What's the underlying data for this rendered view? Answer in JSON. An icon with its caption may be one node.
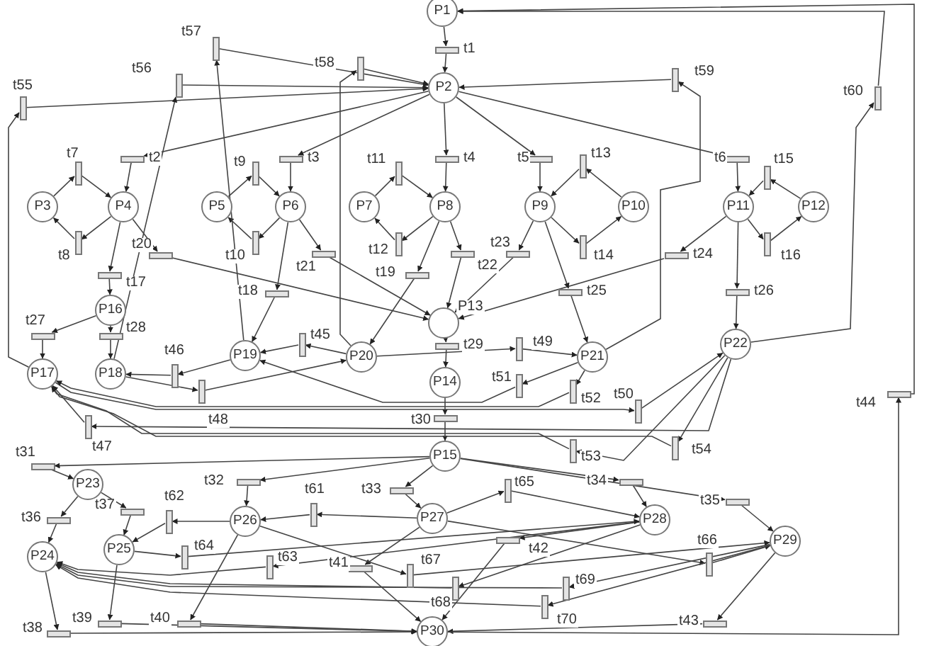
{
  "diagram": {
    "nodes": [
      {
        "text": [
          "P1"
        ]
      },
      {
        "text": [
          "P2"
        ]
      },
      {
        "text": [
          "P3"
        ]
      },
      {
        "text": [
          "P4"
        ]
      },
      {
        "text": [
          "P5"
        ]
      },
      {
        "text": [
          "P6"
        ]
      },
      {
        "text": [
          "P7"
        ]
      },
      {
        "text": [
          "P8"
        ]
      },
      {
        "text": [
          "P9"
        ]
      },
      {
        "text": [
          "P10"
        ]
      },
      {
        "text": [
          "P11"
        ]
      },
      {
        "text": [
          "P12"
        ]
      },
      {
        "text": [],
        "shape": "circle",
        "beside": [
          "P13"
        ]
      },
      {
        "text": [
          "P14"
        ]
      },
      {
        "text": [
          "P15"
        ]
      },
      {
        "text": [
          "P16"
        ]
      },
      {
        "text": [
          "P17"
        ]
      },
      {
        "text": [
          "P18"
        ]
      },
      {
        "text": [
          "P19"
        ]
      },
      {
        "text": [
          "P20"
        ]
      },
      {
        "text": [
          "P21"
        ]
      },
      {
        "text": [
          "P22"
        ]
      },
      {
        "text": [
          "P23"
        ]
      },
      {
        "text": [
          "P24"
        ]
      },
      {
        "text": [
          "P25"
        ]
      },
      {
        "text": [
          "P26"
        ]
      },
      {
        "text": [
          "P27"
        ]
      },
      {
        "text": [
          "P28"
        ]
      },
      {
        "text": [
          "P29"
        ]
      },
      {
        "text": [
          "P30"
        ]
      },
      {
        "text": [],
        "shape": "bar",
        "beside": [
          "t1"
        ]
      },
      {
        "text": [],
        "shape": "bar",
        "beside": [
          "t2"
        ]
      },
      {
        "text": [],
        "shape": "bar",
        "beside": [
          "t3"
        ]
      },
      {
        "text": [],
        "shape": "bar",
        "beside": [
          "t4"
        ]
      },
      {
        "text": [],
        "shape": "bar",
        "beside": [
          "t5"
        ]
      },
      {
        "text": [],
        "shape": "bar",
        "beside": [
          "t6"
        ]
      },
      {
        "text": [],
        "shape": "bar",
        "beside": [
          "t7"
        ]
      },
      {
        "text": [],
        "shape": "bar",
        "beside": [
          "t8"
        ]
      },
      {
        "text": [],
        "shape": "bar",
        "beside": [
          "t9"
        ]
      },
      {
        "text": [],
        "shape": "bar",
        "beside": [
          "t10"
        ]
      },
      {
        "text": [],
        "shape": "bar",
        "beside": [
          "t11"
        ]
      },
      {
        "text": [],
        "shape": "bar",
        "beside": [
          "t12"
        ]
      },
      {
        "text": [],
        "shape": "bar",
        "beside": [
          "t13"
        ]
      },
      {
        "text": [],
        "shape": "bar",
        "beside": [
          "t14"
        ]
      },
      {
        "text": [],
        "shape": "bar",
        "beside": [
          "t15"
        ]
      },
      {
        "text": [],
        "shape": "bar",
        "beside": [
          "t16"
        ]
      },
      {
        "text": [],
        "shape": "bar",
        "beside": [
          "t17"
        ]
      },
      {
        "text": [],
        "shape": "bar",
        "beside": [
          "t18"
        ]
      },
      {
        "text": [],
        "shape": "bar",
        "beside": [
          "t19"
        ]
      },
      {
        "text": [],
        "shape": "bar",
        "beside": [
          "t20"
        ]
      },
      {
        "text": [],
        "shape": "bar",
        "beside": [
          "t21"
        ]
      },
      {
        "text": [],
        "shape": "bar",
        "beside": [
          "t22"
        ]
      },
      {
        "text": [],
        "shape": "bar",
        "beside": [
          "t23"
        ]
      },
      {
        "text": [],
        "shape": "bar",
        "beside": [
          "t24"
        ]
      },
      {
        "text": [],
        "shape": "bar",
        "beside": [
          "t25"
        ]
      },
      {
        "text": [],
        "shape": "bar",
        "beside": [
          "t26"
        ]
      },
      {
        "text": [],
        "shape": "bar",
        "beside": [
          "t27"
        ]
      },
      {
        "text": [],
        "shape": "bar",
        "beside": [
          "t28"
        ]
      },
      {
        "text": [],
        "shape": "bar",
        "beside": [
          "t29"
        ]
      },
      {
        "text": [],
        "shape": "bar",
        "beside": [
          "t30"
        ]
      },
      {
        "text": [],
        "shape": "bar",
        "beside": [
          "t31"
        ]
      },
      {
        "text": [],
        "shape": "bar",
        "beside": [
          "t32"
        ]
      },
      {
        "text": [],
        "shape": "bar",
        "beside": [
          "t33"
        ]
      },
      {
        "text": [],
        "shape": "bar",
        "beside": [
          "t34"
        ]
      },
      {
        "text": [],
        "shape": "bar",
        "beside": [
          "t35"
        ]
      },
      {
        "text": [],
        "shape": "bar",
        "beside": [
          "t36"
        ]
      },
      {
        "text": [],
        "shape": "bar",
        "beside": [
          "t37"
        ]
      },
      {
        "text": [],
        "shape": "bar",
        "beside": [
          "t38"
        ]
      },
      {
        "text": [],
        "shape": "bar",
        "beside": [
          "t39"
        ]
      },
      {
        "text": [],
        "shape": "bar",
        "beside": [
          "t40"
        ]
      },
      {
        "text": [],
        "shape": "bar",
        "beside": [
          "t41"
        ]
      },
      {
        "text": [],
        "shape": "bar",
        "beside": [
          "t42"
        ]
      },
      {
        "text": [],
        "shape": "bar",
        "beside": [
          "t43"
        ]
      },
      {
        "text": [],
        "shape": "bar",
        "beside": [
          "t44"
        ]
      },
      {
        "text": [],
        "shape": "bar",
        "beside": [
          "t45"
        ]
      },
      {
        "text": [],
        "shape": "bar",
        "beside": [
          "t46"
        ]
      },
      {
        "text": [],
        "shape": "bar",
        "beside": [
          "t47"
        ]
      },
      {
        "text": [],
        "shape": "bar",
        "beside": [
          "t48"
        ]
      },
      {
        "text": [],
        "shape": "bar",
        "beside": [
          "t49"
        ]
      },
      {
        "text": [],
        "shape": "bar",
        "beside": [
          "t50"
        ]
      },
      {
        "text": [],
        "shape": "bar",
        "beside": [
          "t51"
        ]
      },
      {
        "text": [],
        "shape": "bar",
        "beside": [
          "t52"
        ]
      },
      {
        "text": [],
        "shape": "bar",
        "beside": [
          "t53"
        ]
      },
      {
        "text": [],
        "shape": "bar",
        "beside": [
          "t54"
        ]
      },
      {
        "text": [],
        "shape": "bar",
        "beside": [
          "t55"
        ]
      },
      {
        "text": [],
        "shape": "bar",
        "beside": [
          "t56"
        ]
      },
      {
        "text": [],
        "shape": "bar",
        "beside": [
          "t57"
        ]
      },
      {
        "text": [],
        "shape": "bar",
        "beside": [
          "t58"
        ]
      },
      {
        "text": [],
        "shape": "bar",
        "beside": [
          "t59"
        ]
      },
      {
        "text": [],
        "shape": "bar",
        "beside": [
          "t60"
        ]
      },
      {
        "text": [],
        "shape": "bar",
        "beside": [
          "t61"
        ]
      },
      {
        "text": [],
        "shape": "bar",
        "beside": [
          "t62"
        ]
      },
      {
        "text": [],
        "shape": "bar",
        "beside": [
          "t63"
        ]
      },
      {
        "text": [],
        "shape": "bar",
        "beside": [
          "t64"
        ]
      },
      {
        "text": [],
        "shape": "bar",
        "beside": [
          "t65"
        ]
      },
      {
        "text": [],
        "shape": "bar",
        "beside": [
          "t66"
        ]
      },
      {
        "text": [],
        "shape": "bar",
        "beside": [
          "t67"
        ]
      },
      {
        "text": [],
        "shape": "bar",
        "beside": [
          "t68"
        ]
      },
      {
        "text": [],
        "shape": "bar",
        "beside": [
          "t69"
        ]
      },
      {
        "text": [],
        "shape": "bar",
        "beside": [
          "t70"
        ]
      }
    ],
    "edges": [
      {
        "from": 0,
        "to": 30,
        "arrow": "to"
      },
      {
        "from": 30,
        "to": 1,
        "arrow": "to"
      },
      {
        "from": 1,
        "to": 31,
        "arrow": "to"
      },
      {
        "from": 31,
        "to": 3,
        "arrow": "to"
      },
      {
        "from": 1,
        "to": 32,
        "arrow": "to"
      },
      {
        "from": 32,
        "to": 5,
        "arrow": "to"
      },
      {
        "from": 1,
        "to": 33,
        "arrow": "to"
      },
      {
        "from": 33,
        "to": 7,
        "arrow": "to"
      },
      {
        "from": 1,
        "to": 34,
        "arrow": "to"
      },
      {
        "from": 34,
        "to": 8,
        "arrow": "to"
      },
      {
        "from": 1,
        "to": 35,
        "arrow": "to"
      },
      {
        "from": 35,
        "to": 10,
        "arrow": "to"
      },
      {
        "from": 2,
        "to": 36,
        "arrow": "to"
      },
      {
        "from": 36,
        "to": 3,
        "arrow": "to"
      },
      {
        "from": 3,
        "to": 37,
        "arrow": "to"
      },
      {
        "from": 37,
        "to": 2,
        "arrow": "to"
      },
      {
        "from": 4,
        "to": 38,
        "arrow": "to"
      },
      {
        "from": 38,
        "to": 5,
        "arrow": "to"
      },
      {
        "from": 5,
        "to": 39,
        "arrow": "to"
      },
      {
        "from": 39,
        "to": 4,
        "arrow": "to"
      },
      {
        "from": 6,
        "to": 40,
        "arrow": "to"
      },
      {
        "from": 40,
        "to": 7,
        "arrow": "to"
      },
      {
        "from": 7,
        "to": 41,
        "arrow": "to"
      },
      {
        "from": 41,
        "to": 6,
        "arrow": "to"
      },
      {
        "from": 9,
        "to": 42,
        "arrow": "to"
      },
      {
        "from": 42,
        "to": 8,
        "arrow": "to"
      },
      {
        "from": 8,
        "to": 43,
        "arrow": "to"
      },
      {
        "from": 43,
        "to": 9,
        "arrow": "to"
      },
      {
        "from": 11,
        "to": 44,
        "arrow": "to"
      },
      {
        "from": 44,
        "to": 10,
        "arrow": "to"
      },
      {
        "from": 10,
        "to": 45,
        "arrow": "to"
      },
      {
        "from": 45,
        "to": 11,
        "arrow": "to"
      },
      {
        "from": 3,
        "to": 46,
        "arrow": "to"
      },
      {
        "from": 46,
        "to": 15,
        "arrow": "to"
      },
      {
        "from": 5,
        "to": 47,
        "arrow": "to"
      },
      {
        "from": 47,
        "to": 18,
        "arrow": "to"
      },
      {
        "from": 7,
        "to": 48,
        "arrow": "to"
      },
      {
        "from": 48,
        "to": 19,
        "arrow": "to"
      },
      {
        "from": 3,
        "to": 49,
        "arrow": "to"
      },
      {
        "from": 49,
        "to": 12,
        "arrow": "to"
      },
      {
        "from": 5,
        "to": 50,
        "arrow": "to"
      },
      {
        "from": 50,
        "to": 12,
        "arrow": "to"
      },
      {
        "from": 7,
        "to": 51,
        "arrow": "to"
      },
      {
        "from": 51,
        "to": 12,
        "arrow": "to"
      },
      {
        "from": 8,
        "to": 52,
        "arrow": "to"
      },
      {
        "from": 52,
        "to": 12,
        "arrow": "to"
      },
      {
        "from": 10,
        "to": 53,
        "arrow": "to"
      },
      {
        "from": 53,
        "to": 12,
        "arrow": "to"
      },
      {
        "from": 8,
        "to": 54,
        "arrow": "to"
      },
      {
        "from": 54,
        "to": 20,
        "arrow": "to"
      },
      {
        "from": 10,
        "to": 55,
        "arrow": "to"
      },
      {
        "from": 55,
        "to": 21,
        "arrow": "to"
      },
      {
        "from": 15,
        "to": 56,
        "arrow": "to"
      },
      {
        "from": 56,
        "to": 16,
        "arrow": "to"
      },
      {
        "from": 15,
        "to": 57,
        "arrow": "to"
      },
      {
        "from": 57,
        "to": 17,
        "arrow": "to"
      },
      {
        "from": 12,
        "to": 58,
        "arrow": "to"
      },
      {
        "from": 58,
        "to": 13,
        "arrow": "to"
      },
      {
        "from": 13,
        "to": 59,
        "arrow": "to"
      },
      {
        "from": 59,
        "to": 14,
        "arrow": "to"
      },
      {
        "from": 14,
        "to": 60,
        "arrow": "to"
      },
      {
        "from": 60,
        "to": 22,
        "arrow": "to"
      },
      {
        "from": 14,
        "to": 61,
        "arrow": "to"
      },
      {
        "from": 61,
        "to": 25,
        "arrow": "to"
      },
      {
        "from": 14,
        "to": 62,
        "arrow": "to"
      },
      {
        "from": 62,
        "to": 26,
        "arrow": "to"
      },
      {
        "from": 14,
        "to": 63,
        "arrow": "to"
      },
      {
        "from": 63,
        "to": 27,
        "arrow": "to"
      },
      {
        "from": 14,
        "to": 64,
        "arrow": "to"
      },
      {
        "from": 64,
        "to": 28,
        "arrow": "to"
      },
      {
        "from": 22,
        "to": 65,
        "arrow": "to"
      },
      {
        "from": 65,
        "to": 23,
        "arrow": "to"
      },
      {
        "from": 22,
        "to": 66,
        "arrow": "to"
      },
      {
        "from": 66,
        "to": 24,
        "arrow": "to"
      },
      {
        "from": 23,
        "to": 67,
        "arrow": "to"
      },
      {
        "from": 67,
        "to": 29,
        "arrow": "to"
      },
      {
        "from": 24,
        "to": 68,
        "arrow": "to"
      },
      {
        "from": 68,
        "to": 29,
        "arrow": "to"
      },
      {
        "from": 25,
        "to": 69,
        "arrow": "to"
      },
      {
        "from": 69,
        "to": 29,
        "arrow": "to"
      },
      {
        "from": 26,
        "to": 70,
        "arrow": "to"
      },
      {
        "from": 70,
        "to": 29,
        "arrow": "to"
      },
      {
        "from": 27,
        "to": 71,
        "arrow": "to"
      },
      {
        "from": 71,
        "to": 29,
        "arrow": "to"
      },
      {
        "from": 28,
        "to": 72,
        "arrow": "to"
      },
      {
        "from": 72,
        "to": 29,
        "arrow": "to"
      },
      {
        "from": 29,
        "to": 73,
        "arrow": "to"
      },
      {
        "from": 73,
        "to": 0,
        "arrow": "to"
      },
      {
        "from": 19,
        "to": 74,
        "arrow": "to"
      },
      {
        "from": 74,
        "to": 18,
        "arrow": "to"
      },
      {
        "from": 18,
        "to": 75,
        "arrow": "to"
      },
      {
        "from": 75,
        "to": 17,
        "arrow": "to"
      },
      {
        "from": 21,
        "to": 76,
        "arrow": "to"
      },
      {
        "from": 76,
        "to": 16,
        "arrow": "to"
      },
      {
        "from": 17,
        "to": 77,
        "arrow": "to"
      },
      {
        "from": 77,
        "to": 19,
        "arrow": "to"
      },
      {
        "from": 19,
        "to": 78,
        "arrow": "to"
      },
      {
        "from": 78,
        "to": 20,
        "arrow": "to"
      },
      {
        "from": 16,
        "to": 79,
        "arrow": "to"
      },
      {
        "from": 79,
        "to": 21,
        "arrow": "to"
      },
      {
        "from": 20,
        "to": 80,
        "arrow": "to"
      },
      {
        "from": 80,
        "to": 18,
        "arrow": "to"
      },
      {
        "from": 20,
        "to": 81,
        "arrow": "to"
      },
      {
        "from": 81,
        "to": 16,
        "arrow": "to"
      },
      {
        "from": 21,
        "to": 82,
        "arrow": "to"
      },
      {
        "from": 82,
        "to": 16,
        "arrow": "to"
      },
      {
        "from": 21,
        "to": 83,
        "arrow": "to"
      },
      {
        "from": 83,
        "to": 16,
        "arrow": "to"
      },
      {
        "from": 16,
        "to": 84,
        "arrow": "to"
      },
      {
        "from": 84,
        "to": 1,
        "arrow": "to"
      },
      {
        "from": 17,
        "to": 85,
        "arrow": "to"
      },
      {
        "from": 85,
        "to": 1,
        "arrow": "to"
      },
      {
        "from": 18,
        "to": 86,
        "arrow": "to"
      },
      {
        "from": 86,
        "to": 1,
        "arrow": "to"
      },
      {
        "from": 19,
        "to": 87,
        "arrow": "to"
      },
      {
        "from": 87,
        "to": 1,
        "arrow": "to"
      },
      {
        "from": 20,
        "to": 88,
        "arrow": "to"
      },
      {
        "from": 88,
        "to": 1,
        "arrow": "to"
      },
      {
        "from": 21,
        "to": 89,
        "arrow": "to"
      },
      {
        "from": 89,
        "to": 0,
        "arrow": "to"
      },
      {
        "from": 26,
        "to": 90,
        "arrow": "to"
      },
      {
        "from": 90,
        "to": 25,
        "arrow": "to"
      },
      {
        "from": 25,
        "to": 91,
        "arrow": "to"
      },
      {
        "from": 91,
        "to": 24,
        "arrow": "to"
      },
      {
        "from": 27,
        "to": 92,
        "arrow": "to"
      },
      {
        "from": 92,
        "to": 23,
        "arrow": "to"
      },
      {
        "from": 24,
        "to": 93,
        "arrow": "to"
      },
      {
        "from": 93,
        "to": 27,
        "arrow": "to"
      },
      {
        "from": 26,
        "to": 94,
        "arrow": "to"
      },
      {
        "from": 94,
        "to": 27,
        "arrow": "to"
      },
      {
        "from": 26,
        "to": 95,
        "arrow": "to"
      },
      {
        "from": 95,
        "to": 28,
        "arrow": "to"
      },
      {
        "from": 25,
        "to": 96,
        "arrow": "to"
      },
      {
        "from": 96,
        "to": 28,
        "arrow": "to"
      },
      {
        "from": 27,
        "to": 97,
        "arrow": "to"
      },
      {
        "from": 97,
        "to": 23,
        "arrow": "to"
      },
      {
        "from": 28,
        "to": 98,
        "arrow": "to"
      },
      {
        "from": 98,
        "to": 23,
        "arrow": "to"
      },
      {
        "from": 28,
        "to": 99,
        "arrow": "to"
      },
      {
        "from": 99,
        "to": 23,
        "arrow": "to"
      }
    ]
  }
}
